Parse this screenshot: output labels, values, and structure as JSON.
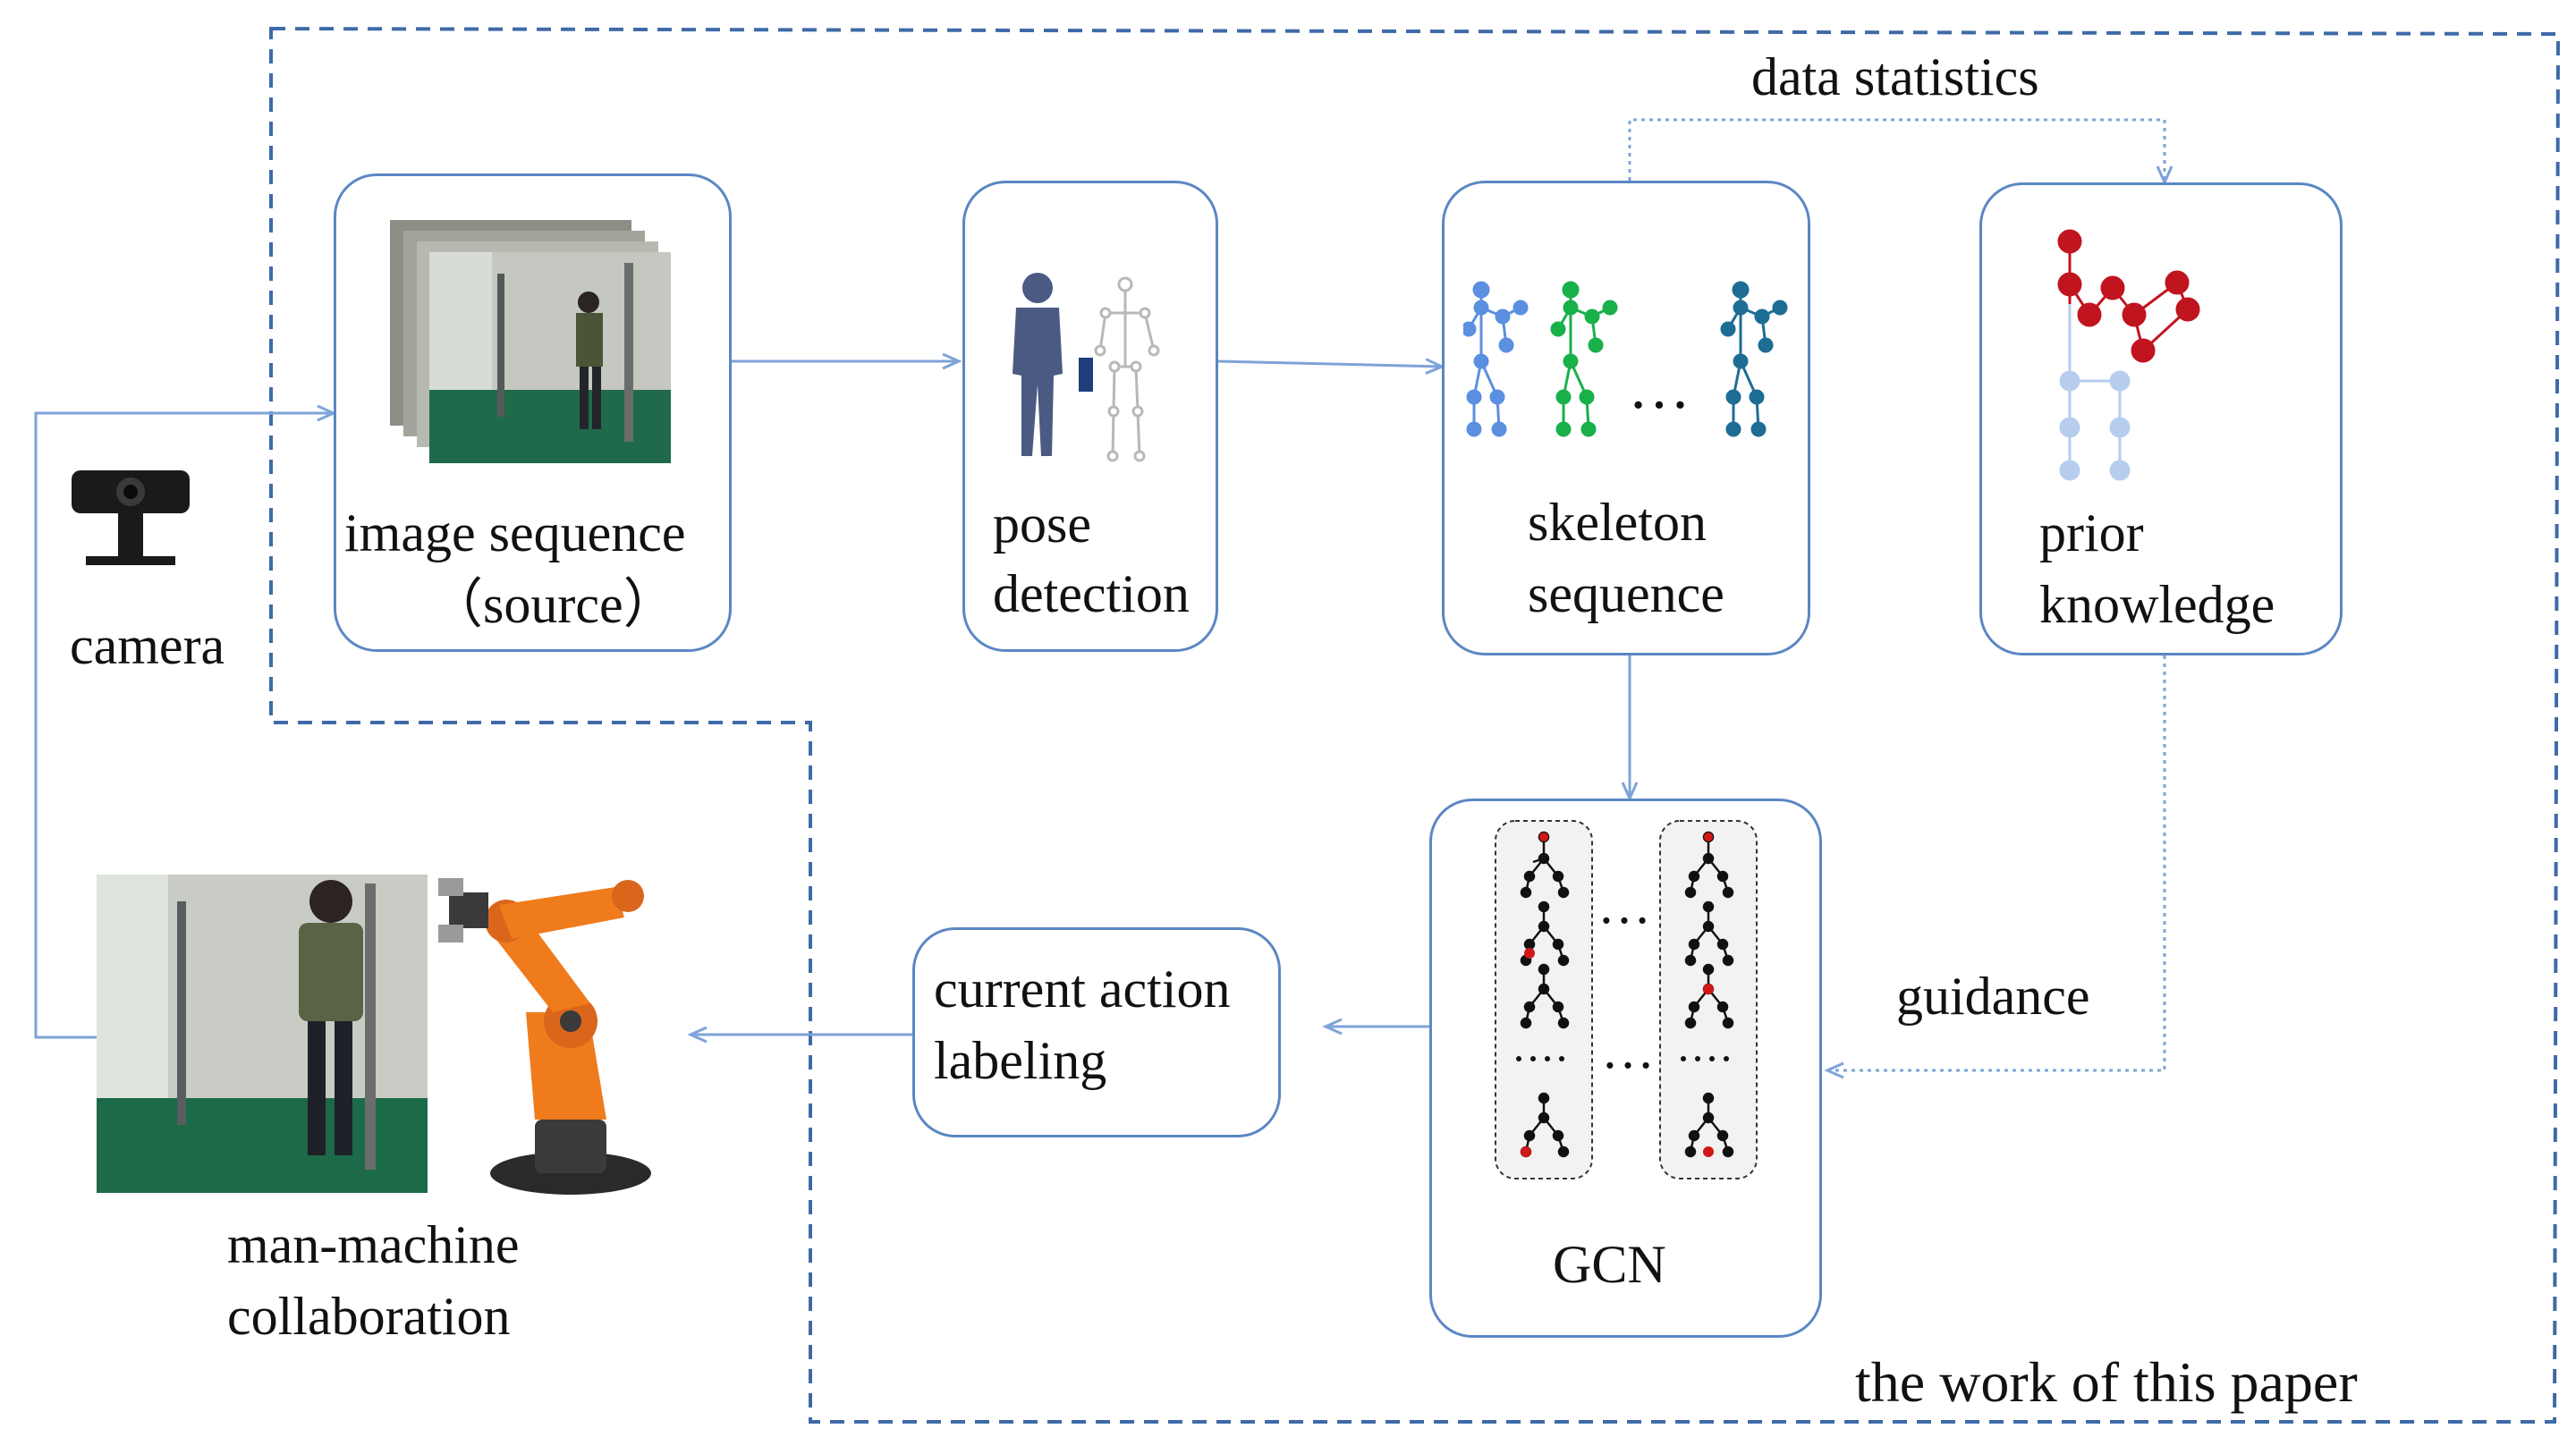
{
  "diagram": {
    "nodes": {
      "camera": {
        "label": "camera"
      },
      "image_sequence": {
        "label_line1": "image sequence",
        "label_line2": "（source）"
      },
      "pose_detection": {
        "label_line1": "pose",
        "label_line2": "detection"
      },
      "skeleton_sequence": {
        "label_line1": "skeleton",
        "label_line2": "sequence",
        "ellipsis": "…"
      },
      "prior_knowledge": {
        "label_line1": "prior",
        "label_line2": "knowledge"
      },
      "gcn": {
        "label": "GCN",
        "ellipsis": "…"
      },
      "current_action_labeling": {
        "label_line1": "current action",
        "label_line2": "labeling"
      },
      "man_machine": {
        "label_line1": "man-machine",
        "label_line2": "collaboration"
      }
    },
    "edge_labels": {
      "data_statistics": "data statistics",
      "guidance": "guidance"
    },
    "region_label": "the work of this paper",
    "colors": {
      "box_border": "#5b87c4",
      "arrow": "#7ea3d8",
      "dashed_region": "#3f6aa8",
      "skeleton_light_blue": "#5b8fe0",
      "skeleton_green": "#19b04a",
      "skeleton_dark_teal": "#1d6d94",
      "prior_red": "#c0141e",
      "prior_light_blue": "#b7cdee",
      "robot_orange": "#f07b1d"
    }
  }
}
